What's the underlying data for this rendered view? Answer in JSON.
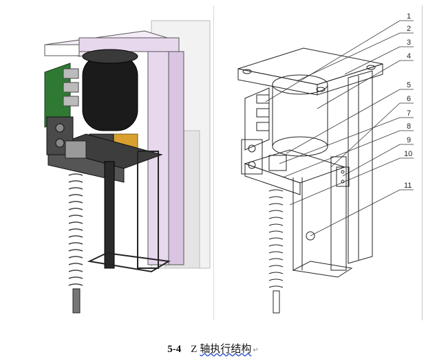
{
  "figure": {
    "number": "5-4",
    "caption_z": "Z",
    "caption_text": "轴执行结构",
    "caption_mark": "↵"
  },
  "callouts": [
    "1",
    "2",
    "3",
    "4",
    "5",
    "6",
    "7",
    "8",
    "9",
    "10",
    "11"
  ],
  "colors": {
    "frame_pink": "#e8d8ee",
    "pcb_green": "#2f7a33",
    "motor_black": "#1b1b1b",
    "brass": "#d9a030",
    "line": "#222222"
  }
}
